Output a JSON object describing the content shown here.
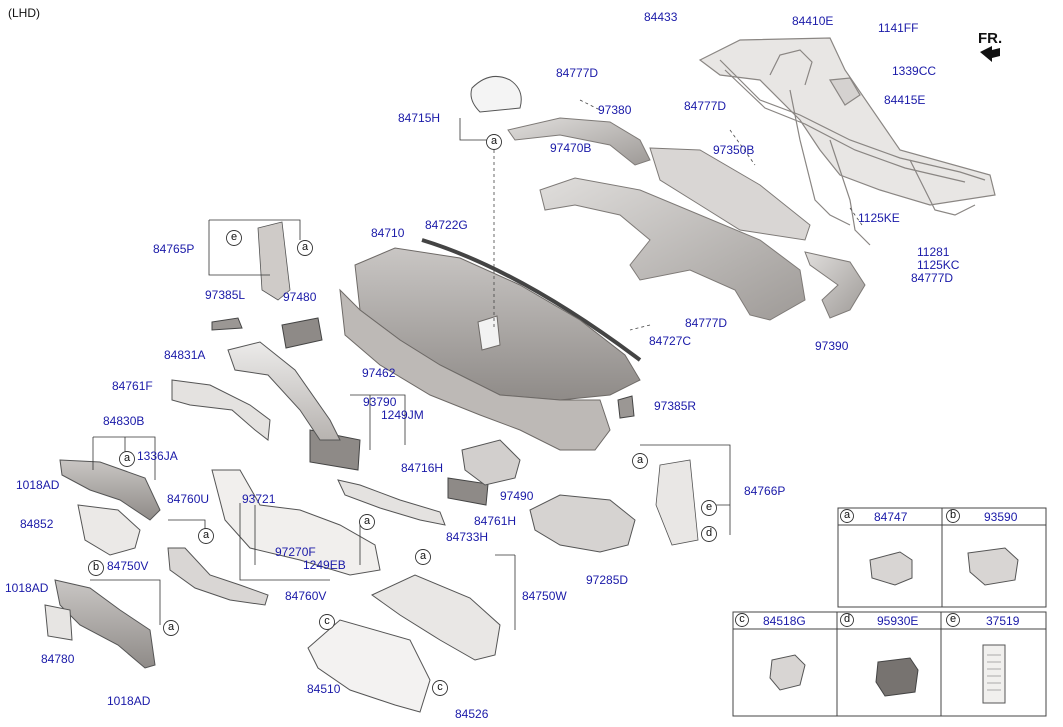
{
  "variant": "(LHD)",
  "direction": "FR.",
  "labels": {
    "p84433": "84433",
    "p84410E": "84410E",
    "p1141FF": "1141FF",
    "p1339CC": "1339CC",
    "p84415E": "84415E",
    "p84777D_1": "84777D",
    "p84777D_2": "84777D",
    "p84777D_3": "84777D",
    "p84777D_4": "84777D",
    "p97380": "97380",
    "p84715H": "84715H",
    "p97470B": "97470B",
    "p97350B": "97350B",
    "p1125KE": "1125KE",
    "p11281": "11281",
    "p1125KC": "1125KC",
    "p84722G": "84722G",
    "p84710": "84710",
    "p84765P": "84765P",
    "p97385L": "97385L",
    "p97480": "97480",
    "p84727C": "84727C",
    "p97390": "97390",
    "p84831A": "84831A",
    "p84761F": "84761F",
    "p97462": "97462",
    "p93790": "93790",
    "p1249JM": "1249JM",
    "p97385R": "97385R",
    "p84830B": "84830B",
    "p1336JA": "1336JA",
    "p84716H": "84716H",
    "p1018AD_1": "1018AD",
    "p84760U": "84760U",
    "p93721": "93721",
    "p97490": "97490",
    "p84766P": "84766P",
    "p84852": "84852",
    "p84761H": "84761H",
    "p84733H": "84733H",
    "p97270F": "97270F",
    "p1249EB": "1249EB",
    "p1018AD_2": "1018AD",
    "p84750V": "84750V",
    "p84760V": "84760V",
    "p97285D": "97285D",
    "p84750W": "84750W",
    "p84780": "84780",
    "p84510": "84510",
    "p1018AD_3": "1018AD",
    "p84526": "84526"
  },
  "legend": [
    {
      "key": "a",
      "part": "84747"
    },
    {
      "key": "b",
      "part": "93590"
    },
    {
      "key": "c",
      "part": "84518G"
    },
    {
      "key": "d",
      "part": "95930E"
    },
    {
      "key": "e",
      "part": "37519"
    }
  ],
  "callouts": {
    "a": "a",
    "b": "b",
    "c": "c",
    "d": "d",
    "e": "e"
  }
}
